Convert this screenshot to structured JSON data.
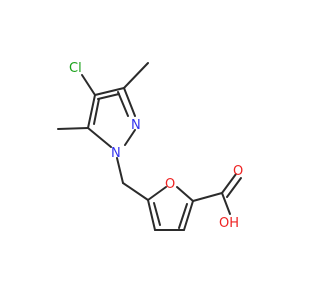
{
  "molecule": {
    "atoms": {
      "cl": {
        "text": "Cl",
        "color": "#1aa11a"
      },
      "n_upper": {
        "text": "N",
        "color": "#3333ee"
      },
      "n_lower": {
        "text": "N",
        "color": "#3333ee"
      },
      "o_ring": {
        "text": "O",
        "color": "#ee2222"
      },
      "o_carbonyl": {
        "text": "O",
        "color": "#ee2222"
      },
      "oh": {
        "text": "OH",
        "color": "#ee2222"
      }
    },
    "bond_color": "#2b2b2b"
  }
}
